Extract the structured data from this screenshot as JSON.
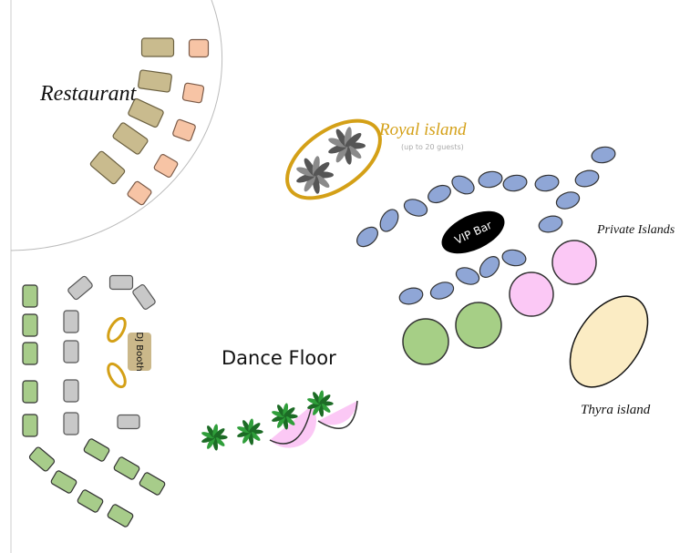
{
  "labels": {
    "restaurant": "Restaurant",
    "royal_island": "Royal island",
    "royal_capacity": "(up to 20 guests)",
    "vip_bar": "VIP Bar",
    "private_islands": "Private Islands",
    "dance_floor": "Dance Floor",
    "dj_booth": "DJ Booth",
    "thyra_island": "Thyra island"
  },
  "colors": {
    "restaurant_table": "#c9bb8e",
    "restaurant_square": "#f7c4a5",
    "grey_table": "#c8c8c8",
    "green_table": "#a7cc8a",
    "blue_seat": "#8fa6d6",
    "pink_island": "#fbc8f5",
    "green_island": "#a6cf86",
    "thyra_fill": "#fbecc4",
    "gold": "#d4a017",
    "vip_bar": "#000000",
    "dj_booth": "#cbb88a"
  }
}
